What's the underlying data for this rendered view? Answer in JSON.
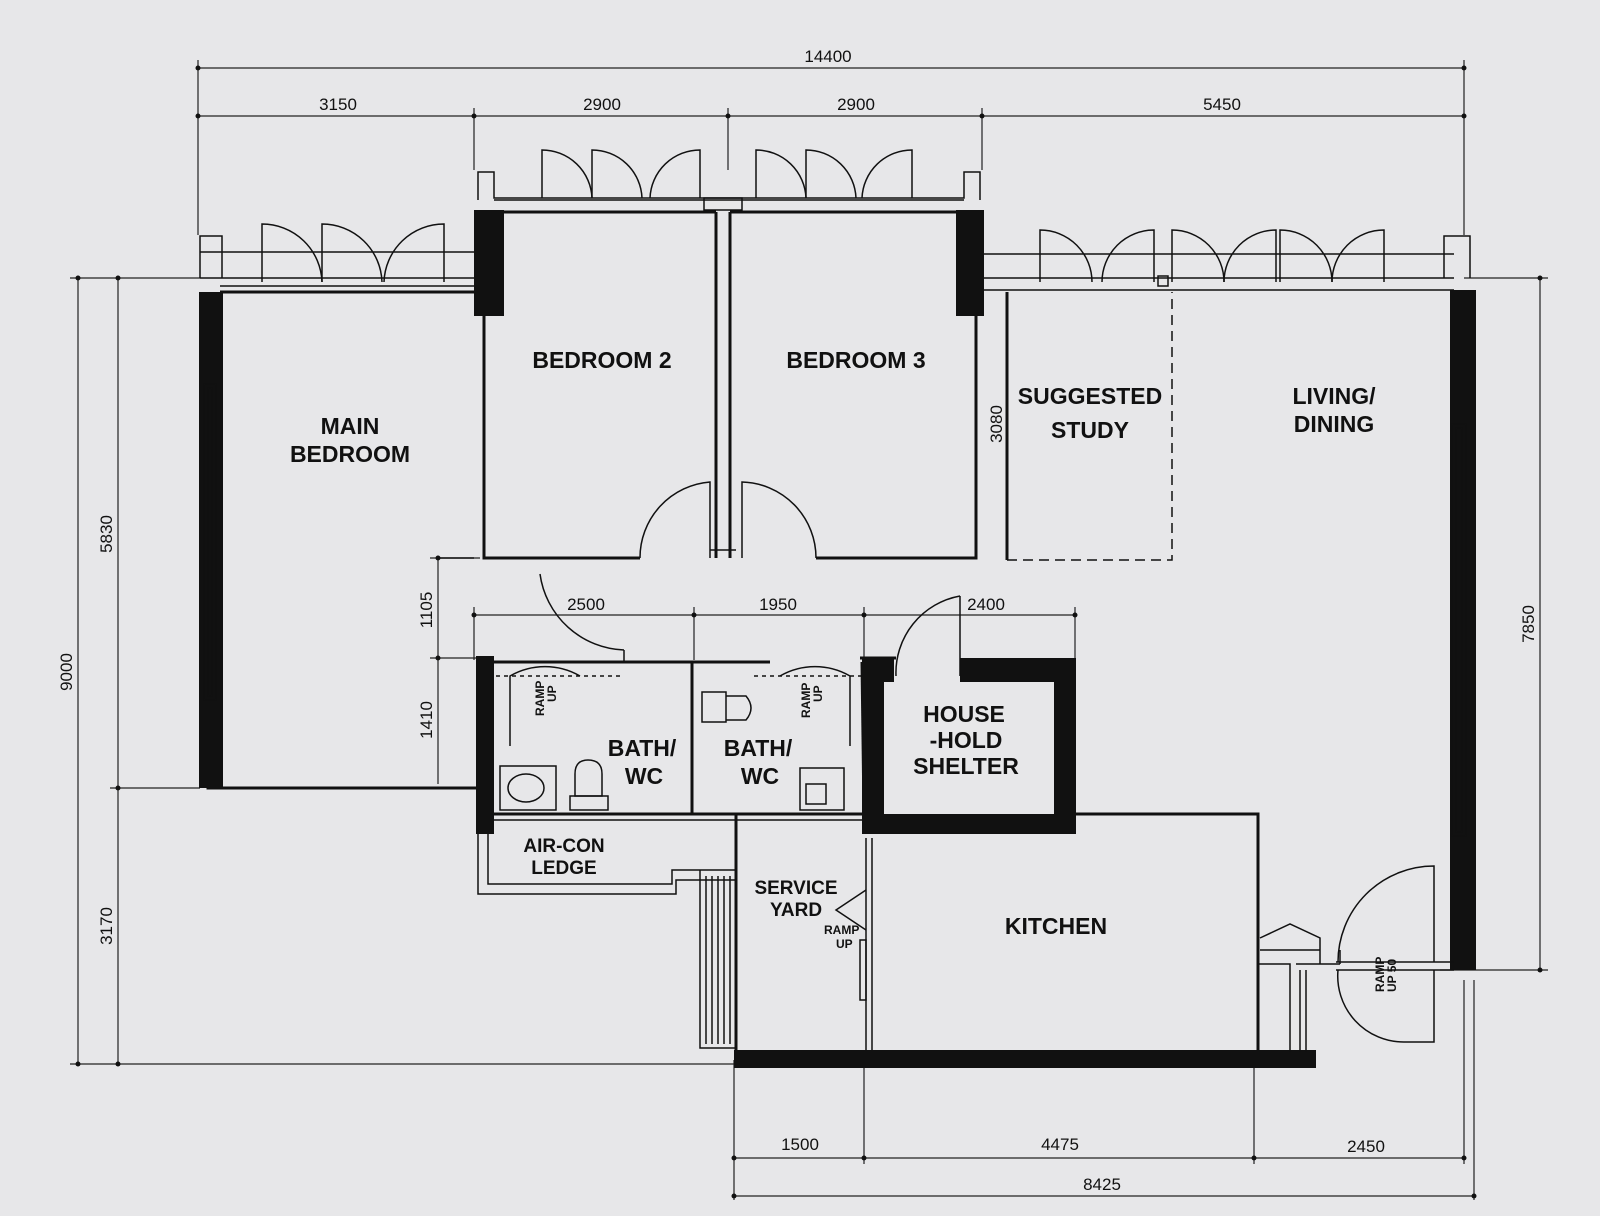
{
  "rooms": {
    "main_bedroom": [
      "MAIN",
      "BEDROOM"
    ],
    "bedroom2": "BEDROOM 2",
    "bedroom3": "BEDROOM 3",
    "study": [
      "SUGGESTED",
      "STUDY"
    ],
    "living": [
      "LIVING/",
      "DINING"
    ],
    "bath1": [
      "BATH/",
      "WC"
    ],
    "bath2": [
      "BATH/",
      "WC"
    ],
    "shelter": [
      "HOUSE",
      "-HOLD",
      "SHELTER"
    ],
    "aircon": [
      "AIR-CON",
      "LEDGE"
    ],
    "service": [
      "SERVICE",
      "YARD"
    ],
    "kitchen": "KITCHEN"
  },
  "ramps": {
    "bath1": [
      "RAMP",
      "UP"
    ],
    "bath2": [
      "RAMP",
      "UP"
    ],
    "service": [
      "RAMP",
      "UP"
    ],
    "entrance": [
      "RAMP",
      "UP 50"
    ]
  },
  "dimensions": {
    "overall_width": "14400",
    "top_segments": [
      "3150",
      "2900",
      "2900",
      "5450"
    ],
    "mid_segments": [
      "2500",
      "1950",
      "2400"
    ],
    "bottom_segments": [
      "1500",
      "4475",
      "2450"
    ],
    "bottom_total": "8425",
    "left_total": "9000",
    "left_upper": "5830",
    "left_lower": "3170",
    "inner_upper": "1105",
    "inner_lower": "1410",
    "study_depth": "3080",
    "right_total": "7850"
  }
}
